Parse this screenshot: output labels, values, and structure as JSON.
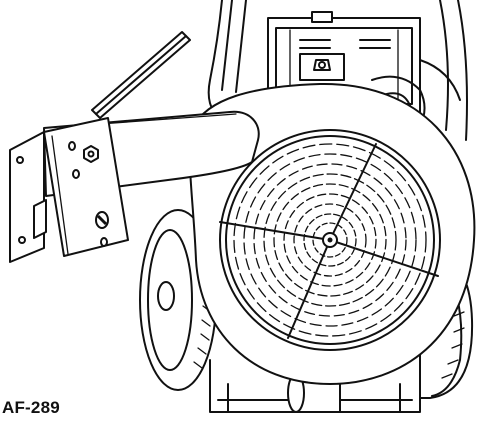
{
  "figure": {
    "code": "AF-289"
  },
  "icons": {
    "main": "fan-blower-illustration",
    "parts": [
      "fan-housing",
      "dashed-grille",
      "spoke",
      "hub",
      "belt-guard-arm",
      "mounting-bracket",
      "wheel-left",
      "wheel-right",
      "tire-tread",
      "engine-frame",
      "fuel-tank",
      "fuel-cap",
      "push-handle",
      "base-cylinder"
    ]
  },
  "colors": {
    "ink": "#111111",
    "paper": "#ffffff"
  }
}
